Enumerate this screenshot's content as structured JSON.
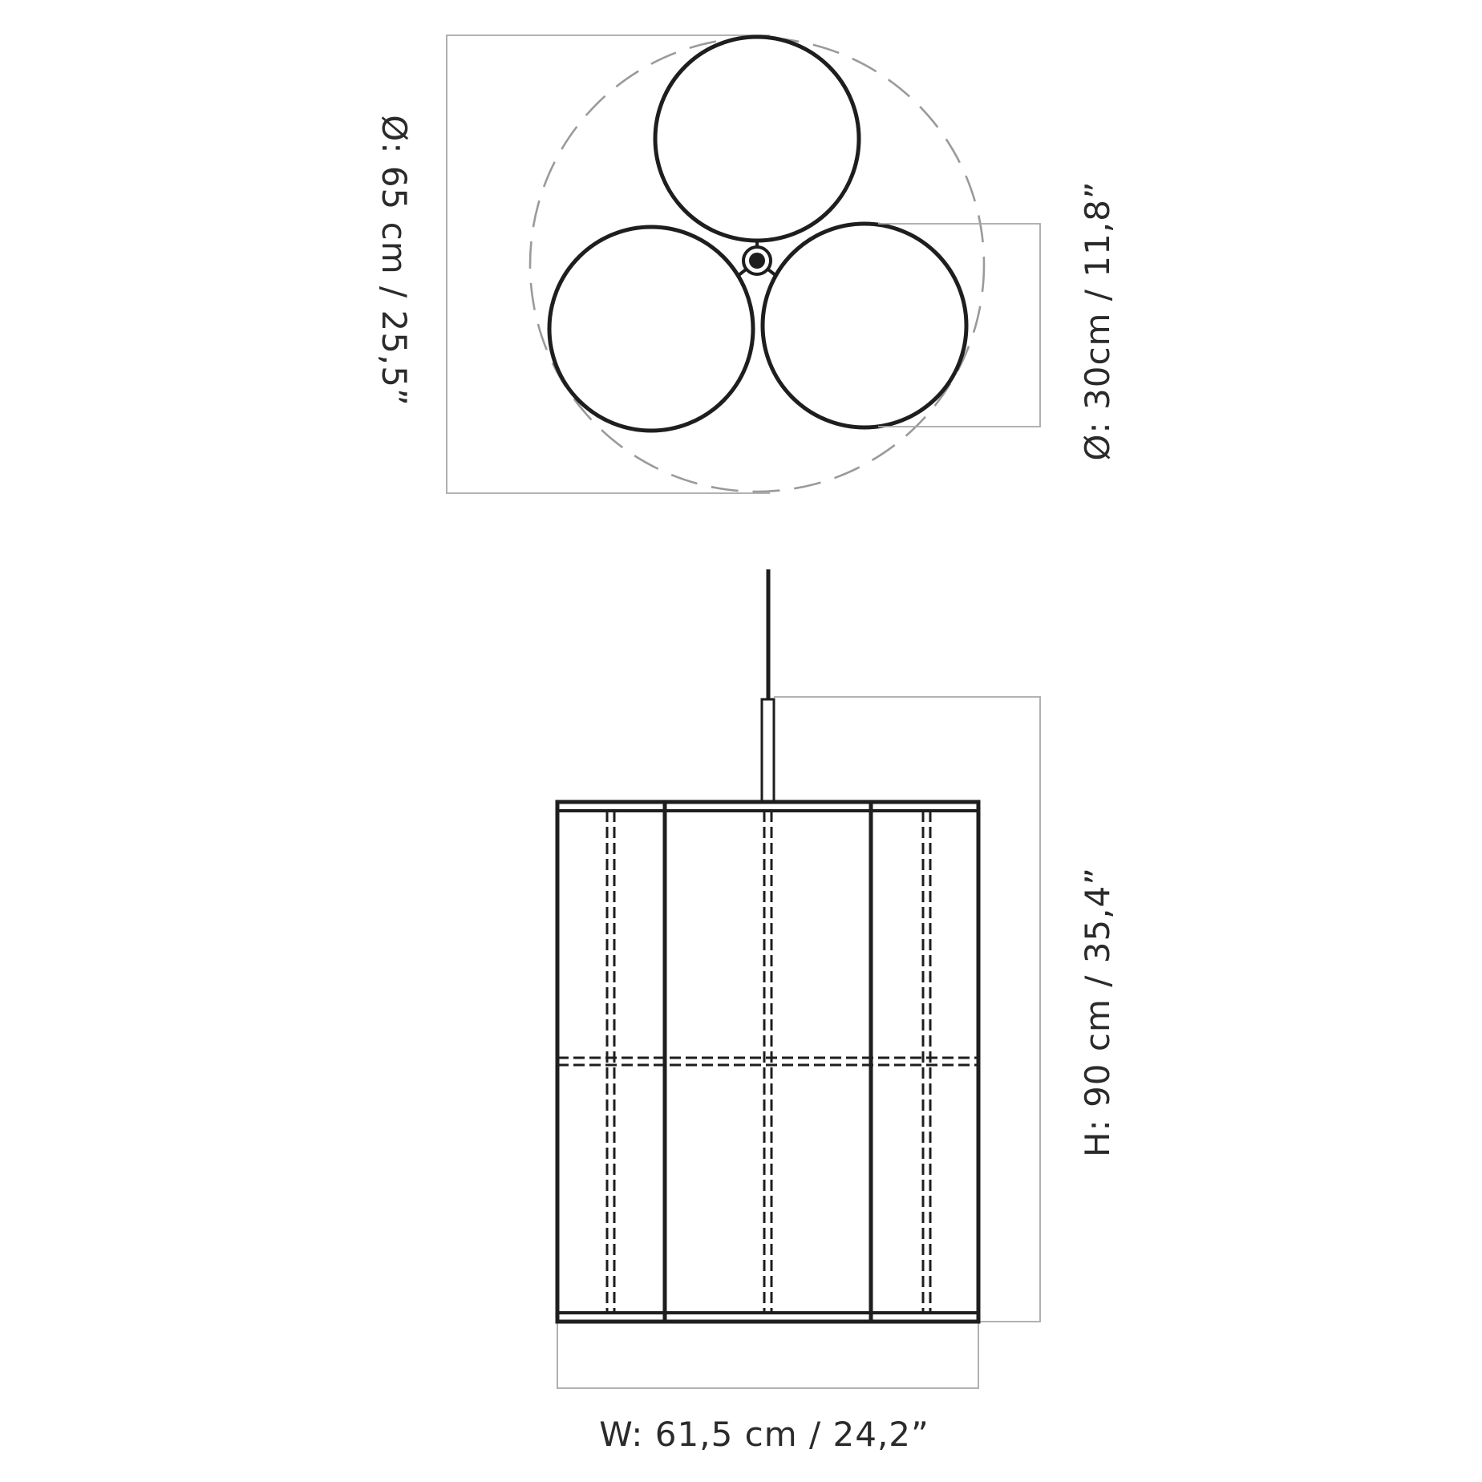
{
  "dimensions": {
    "overall_diameter": "Ø: 65 cm / 25,5”",
    "shade_diameter": "Ø: 30cm / 11,8”",
    "height": "H: 90 cm / 35,4”",
    "width": "W: 61,5 cm / 24,2”"
  },
  "colors": {
    "line": "#1e1e1e",
    "guide": "#a8a8a8",
    "text": "#2b2b2b",
    "background": "#ffffff"
  }
}
